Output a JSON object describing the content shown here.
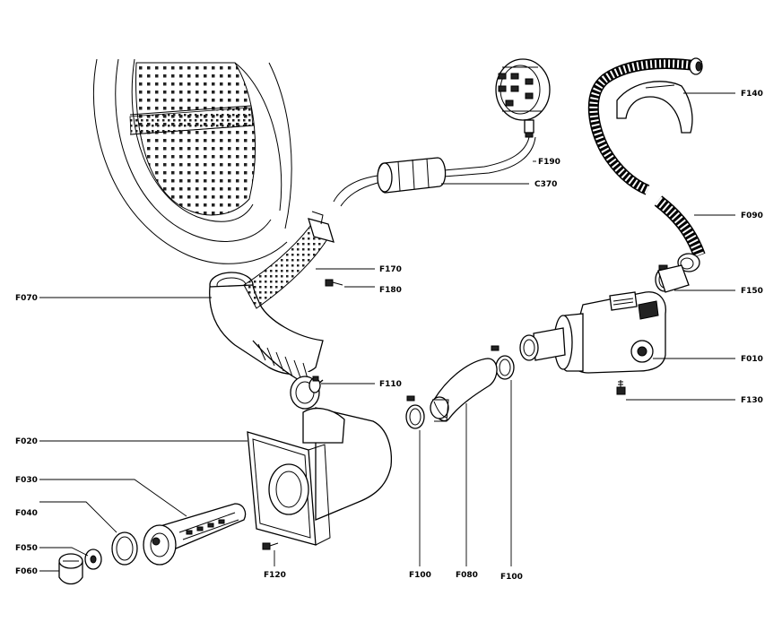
{
  "labels": {
    "f140": "F140",
    "f190": "F190",
    "c370": "C370",
    "f090": "F090",
    "f170": "F170",
    "f180": "F180",
    "f070": "F070",
    "f150": "F150",
    "f010": "F010",
    "f110": "F110",
    "f130": "F130",
    "f020": "F020",
    "f030": "F030",
    "f040": "F040",
    "f050": "F050",
    "f060": "F060",
    "f120": "F120",
    "f100a": "F100",
    "f080": "F080",
    "f100b": "F100"
  },
  "icons": {
    "drum": "drum-icon",
    "pressure_switch": "pressure-switch-icon",
    "pump": "drain-pump-icon",
    "filter": "filter-housing-icon"
  },
  "colors": {
    "line": "#000000",
    "background": "#ffffff"
  }
}
